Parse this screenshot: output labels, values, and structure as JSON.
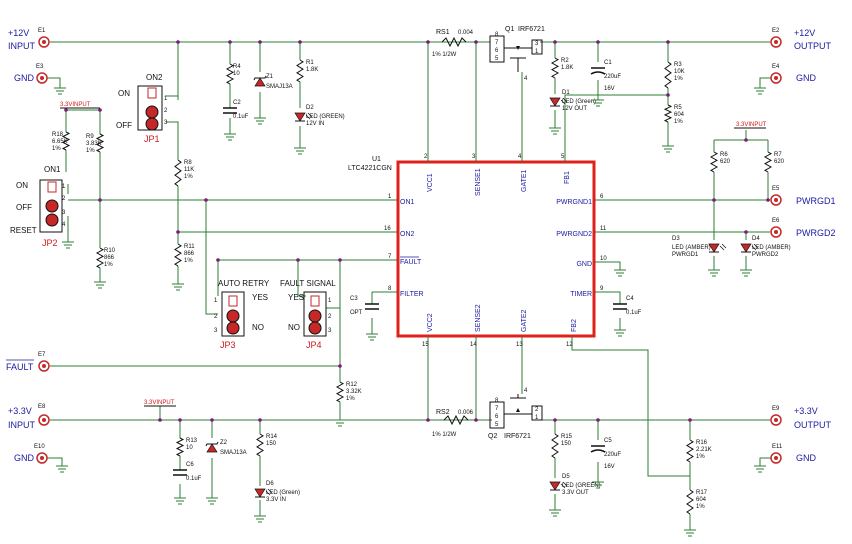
{
  "colors": {
    "wire": "#2e7d32",
    "ic_border": "#e0201a",
    "label_red": "#d21a1a",
    "label_blue": "#1a1aa0",
    "junction": "#7a1a7a",
    "connector": "#c62828"
  },
  "terminals": {
    "e1": {
      "ref": "E1",
      "l1": "+12V",
      "l2": "INPUT"
    },
    "e3": {
      "ref": "E3",
      "l1": "GND"
    },
    "e7": {
      "ref": "E7",
      "l1": "FAULT"
    },
    "e8": {
      "ref": "E8",
      "l1": "+3.3V",
      "l2": "INPUT"
    },
    "e10": {
      "ref": "E10",
      "l1": "GND"
    },
    "e2": {
      "ref": "E2",
      "l1": "+12V",
      "l2": "OUTPUT"
    },
    "e4": {
      "ref": "E4",
      "l1": "GND"
    },
    "e5": {
      "ref": "E5",
      "l1": "PWRGD1"
    },
    "e6": {
      "ref": "E6",
      "l1": "PWRGD2"
    },
    "e9": {
      "ref": "E9",
      "l1": "+3.3V",
      "l2": "OUTPUT"
    },
    "e11": {
      "ref": "E11",
      "l1": "GND"
    }
  },
  "ic": {
    "ref": "U1",
    "part": "LTC4221CGN",
    "pins_top": [
      {
        "name": "VCC1",
        "num": "2"
      },
      {
        "name": "SENSE1",
        "num": "3"
      },
      {
        "name": "GATE1",
        "num": "4"
      },
      {
        "name": "FB1",
        "num": "5"
      }
    ],
    "pins_left": [
      {
        "name": "ON1",
        "num": "1"
      },
      {
        "name": "ON2",
        "num": "16"
      },
      {
        "name": "FAULT",
        "num": "7"
      },
      {
        "name": "FILTER",
        "num": "8"
      }
    ],
    "pins_right": [
      {
        "name": "PWRGND1",
        "num": "6"
      },
      {
        "name": "PWRGND2",
        "num": "11"
      },
      {
        "name": "GND",
        "num": "10"
      },
      {
        "name": "TIMER",
        "num": "9"
      }
    ],
    "pins_bottom": [
      {
        "name": "VCC2",
        "num": "15"
      },
      {
        "name": "SENSE2",
        "num": "14"
      },
      {
        "name": "GATE2",
        "num": "13"
      },
      {
        "name": "FB2",
        "num": "12"
      }
    ]
  },
  "parts": {
    "rs1": {
      "ref": "RS1",
      "val": "0.004",
      "spec": "1%   1/2W"
    },
    "rs2": {
      "ref": "RS2",
      "val": "0.006",
      "spec": "1%   1/2W"
    },
    "q1": {
      "ref": "Q1",
      "val": "IRF6721"
    },
    "q2": {
      "ref": "Q2",
      "val": "IRF6721"
    },
    "r1": {
      "ref": "R1",
      "val": "1.8K"
    },
    "r2": {
      "ref": "R2",
      "val": "1.8K"
    },
    "r3": {
      "ref": "R3",
      "val": "10K",
      "tol": "1%"
    },
    "r4": {
      "ref": "R4",
      "val": "10"
    },
    "r5": {
      "ref": "R5",
      "val": "604",
      "tol": "1%"
    },
    "r6": {
      "ref": "R6",
      "val": "620"
    },
    "r7": {
      "ref": "R7",
      "val": "620"
    },
    "r8": {
      "ref": "R8",
      "val": "11K",
      "tol": "1%"
    },
    "r9": {
      "ref": "R9",
      "val": "3.83K",
      "tol": "1%"
    },
    "r10": {
      "ref": "R10",
      "val": "866",
      "tol": "1%"
    },
    "r11": {
      "ref": "R11",
      "val": "866",
      "tol": "1%"
    },
    "r12": {
      "ref": "R12",
      "val": "3.32K",
      "tol": "1%"
    },
    "r13": {
      "ref": "R13",
      "val": "10"
    },
    "r14": {
      "ref": "R14",
      "val": "150"
    },
    "r15": {
      "ref": "R15",
      "val": "150"
    },
    "r16": {
      "ref": "R16",
      "val": "2.21K",
      "tol": "1%"
    },
    "r17": {
      "ref": "R17",
      "val": "604",
      "tol": "1%"
    },
    "r18": {
      "ref": "R18",
      "val": "6.65K",
      "tol": "1%"
    },
    "c1": {
      "ref": "C1",
      "val": "220uF",
      "v": "16V"
    },
    "c2": {
      "ref": "C2",
      "val": "0.1uF"
    },
    "c3": {
      "ref": "C3",
      "val": "OPT"
    },
    "c4": {
      "ref": "C4",
      "val": "0.1uF"
    },
    "c5": {
      "ref": "C5",
      "val": "220uF",
      "v": "16V"
    },
    "c6": {
      "ref": "C6",
      "val": "0.1uF"
    },
    "z1": {
      "ref": "Z1",
      "val": "SMAJ13A"
    },
    "z2": {
      "ref": "Z2",
      "val": "SMAJ13A"
    },
    "d1": {
      "ref": "D1",
      "l1": "LED (Green)",
      "l2": "12V OUT"
    },
    "d2": {
      "ref": "D2",
      "l1": "LED (GREEN)",
      "l2": "12V IN"
    },
    "d3": {
      "ref": "D3",
      "l1": "LED (AMBER)",
      "l2": "PWRGD1"
    },
    "d4": {
      "ref": "D4",
      "l1": "LED (AMBER)",
      "l2": "PWRGD2"
    },
    "d5": {
      "ref": "D5",
      "l1": "LED (GREEN)",
      "l2": "3.3V OUT"
    },
    "d6": {
      "ref": "D6",
      "l1": "LED (Green)",
      "l2": "3.3V IN"
    }
  },
  "supplies": {
    "v33_1": "3.3VINPUT",
    "v33_2": "3.3VINPUT",
    "v33_3": "3.3VINPUT"
  },
  "jumpers": {
    "jp1": {
      "ref": "JP1",
      "title": "ON2",
      "on": "ON",
      "off": "OFF"
    },
    "jp2": {
      "ref": "JP2",
      "title": "ON1",
      "on": "ON",
      "off": "OFF",
      "reset": "RESET"
    },
    "jp3": {
      "ref": "JP3",
      "title": "AUTO RETRY",
      "yes": "YES",
      "no": "NO"
    },
    "jp4": {
      "ref": "JP4",
      "title": "FAULT SIGNAL",
      "yes": "YES",
      "no": "NO"
    }
  }
}
